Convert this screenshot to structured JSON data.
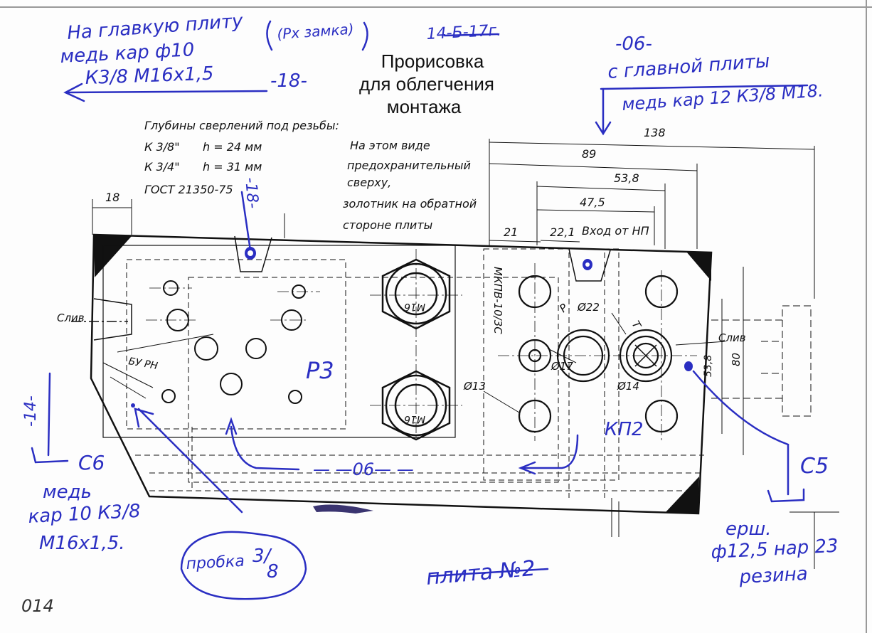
{
  "title": {
    "line1": "Прорисовка",
    "line2": "для облегчения",
    "line3": "монтажа"
  },
  "annotations": {
    "top_left_1": "На главкую плиту",
    "top_left_paren": "(Pх замка)",
    "top_left_2": "медь кар ф10",
    "top_left_3": "К3/8  М16х1,5",
    "date": "14-Б-17г.",
    "minus18": "-18-",
    "minus18_vertical": "-18-",
    "top_right_1": "-06-",
    "top_right_2": "с главной плиты",
    "top_right_3": "медь кар 12  К3/8 М18.",
    "left_code": "-14-",
    "c6": "C6",
    "bottom_left_1": "медь",
    "bottom_left_2": "кар 10  К3/8",
    "bottom_left_3": "М16х1,5.",
    "plug_1": "пробка",
    "plug_2": "3/",
    "plug_3": "8",
    "bottom_center": "плита №2",
    "p3": "Р3",
    "kp2": "КП2",
    "c5": "C5",
    "right_1": "ерш.",
    "right_2": "ф12,5 нар 23",
    "right_3": "резина",
    "corner_num": "014",
    "minus06_bottom": "— —06— —"
  },
  "notes": {
    "depth_title": "Глубины сверлений под резьбы:",
    "row1_thread": "К 3/8\"",
    "row1_depth": "h = 24 мм",
    "row2_thread": "К 3/4\"",
    "row2_depth": "h = 31 мм",
    "gost": "ГОСТ 21350-75",
    "view_1": "На этом виде",
    "view_2": "предохранительный",
    "view_3": "сверху,",
    "view_4": "золотник на обратной",
    "view_5": "стороне плиты"
  },
  "dimensions": {
    "d138": "138",
    "d89": "89",
    "d538": "53,8",
    "d475": "47,5",
    "d21": "21",
    "d221": "22,1",
    "inlet": "Вход от НП",
    "d18": "18",
    "phi22": "Ø22",
    "phi17": "Ø17",
    "phi14": "Ø14",
    "phi13": "Ø13",
    "sliv_left": "Слив",
    "sliv_right": "Слив",
    "d80": "80",
    "d538v": "53,8",
    "valve": "МКПВ-10/3С",
    "buph": "БУ РН",
    "m_label": "М16",
    "t_label": "Т",
    "p_label": "Р"
  }
}
